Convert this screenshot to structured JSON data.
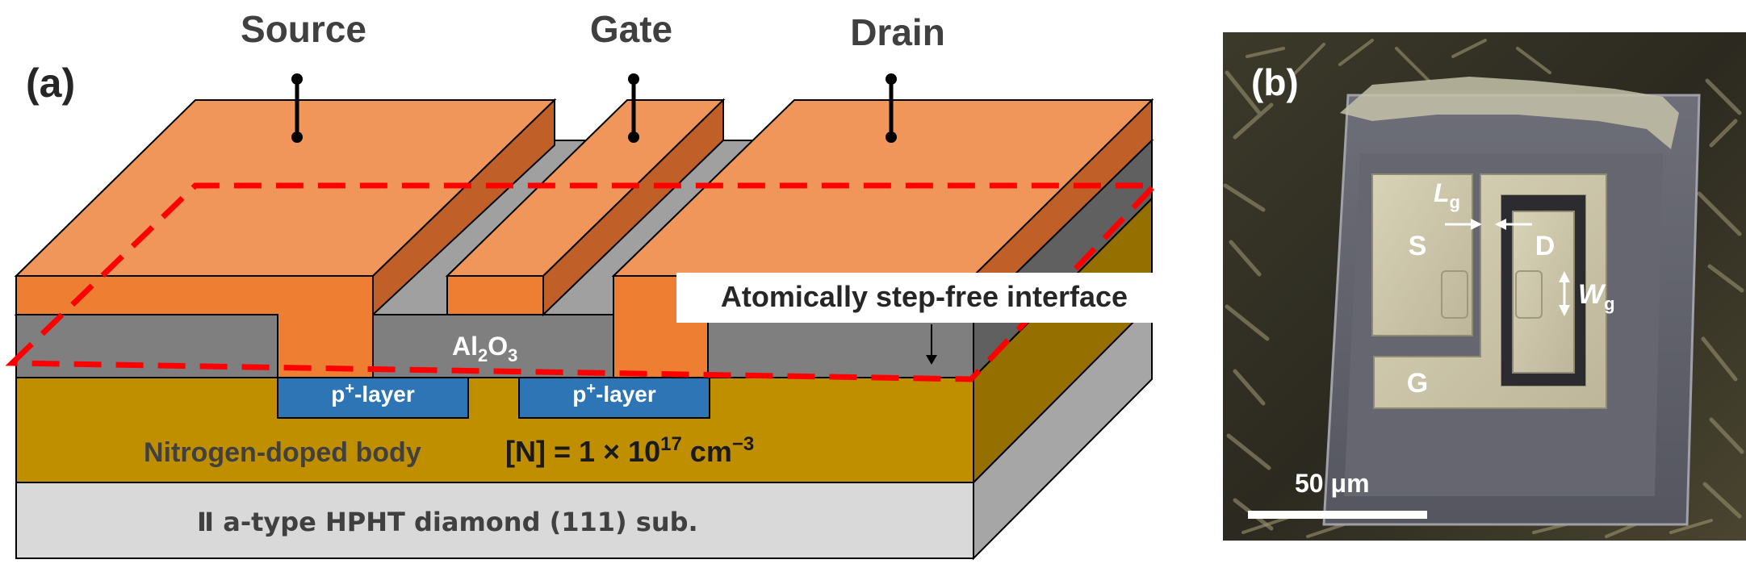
{
  "panel_a": {
    "panel_label": "(a)",
    "terminals": {
      "source": "Source",
      "gate": "Gate",
      "drain": "Drain"
    },
    "interface_label": "Atomically step-free interface",
    "oxide_label_main": "Al",
    "oxide_label_sub1": "2",
    "oxide_label_mid": "O",
    "oxide_label_sub2": "3",
    "p_layer_left_main": "p",
    "p_layer_left_sup": "+",
    "p_layer_left_rest": "-layer",
    "p_layer_right_main": "p",
    "p_layer_right_sup": "+",
    "p_layer_right_rest": "-layer",
    "body_label": "Nitrogen-doped body",
    "doping_main": "[N] = 1 × 10",
    "doping_exp": "17",
    "doping_unit": " cm",
    "doping_unit_exp": "−3",
    "substrate_label": "Ⅱ a-type HPHT diamond (111) sub.",
    "colors": {
      "metal_top": "#f0965a",
      "metal_front": "#ee7f32",
      "metal_side": "#c06028",
      "oxide_front": "#7f7f7f",
      "oxide_top": "#a0a0a0",
      "oxide_side": "#606060",
      "p_layer": "#2e75b6",
      "body_front": "#bf8f00",
      "body_side": "#957000",
      "substrate_front": "#d9d9d9",
      "substrate_side": "#a6a6a6",
      "highlight": "#ff0000"
    }
  },
  "panel_b": {
    "panel_label": "(b)",
    "source_label": "S",
    "drain_label": "D",
    "gate_label": "G",
    "lg_main": "L",
    "lg_sub": "g",
    "wg_main": "W",
    "wg_sub": "g",
    "scale_bar_label": "50 μm"
  }
}
